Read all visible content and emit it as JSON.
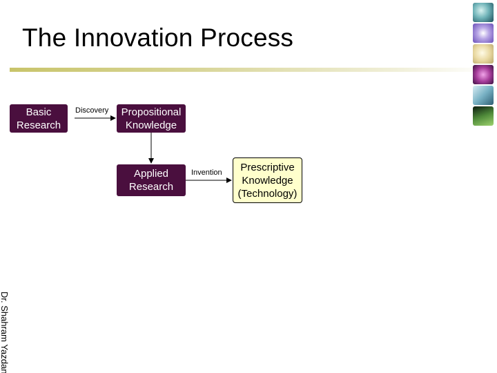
{
  "slide": {
    "title": "The Innovation Process",
    "author": "Dr. Shahram Yazdani"
  },
  "diagram": {
    "nodes": {
      "basic_research": "Basic\nResearch",
      "propositional_knowledge": "Propositional\nKnowledge",
      "applied_research": "Applied\nResearch",
      "prescriptive_knowledge": "Prescriptive\nKnowledge\n(Technology)"
    },
    "edges": {
      "discovery": "Discovery",
      "invention": "Invention"
    }
  },
  "colors": {
    "dark_box": "#4a0f3e",
    "light_box": "#ffffcc",
    "title_rule": "#c8c46a"
  },
  "icons": [
    "globe-icon",
    "atom-icon",
    "molecule-icon",
    "brain-icon",
    "cells-icon",
    "plant-icon"
  ]
}
